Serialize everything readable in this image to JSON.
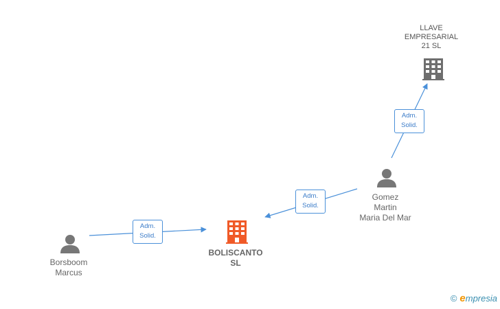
{
  "nodes": {
    "llave": {
      "label": "LLAVE\nEMPRESARIAL\n21 SL",
      "type": "company",
      "color": "#666666"
    },
    "boliscanto": {
      "label": "BOLISCANTO\nSL",
      "type": "company",
      "color": "#f05a28"
    },
    "gomez": {
      "label": "Gomez\nMartin\nMaria Del Mar",
      "type": "person"
    },
    "borsboom": {
      "label": "Borsboom\nMarcus",
      "type": "person"
    }
  },
  "edges": [
    {
      "from": "borsboom",
      "to": "boliscanto",
      "label": "Adm.\nSolid."
    },
    {
      "from": "gomez",
      "to": "boliscanto",
      "label": "Adm.\nSolid."
    },
    {
      "from": "gomez",
      "to": "llave",
      "label": "Adm.\nSolid."
    }
  ],
  "footer": {
    "copyright": "©",
    "brand_initial": "e",
    "brand_rest": "mpresia"
  },
  "colors": {
    "edge": "#4a90d9",
    "person": "#777777"
  }
}
